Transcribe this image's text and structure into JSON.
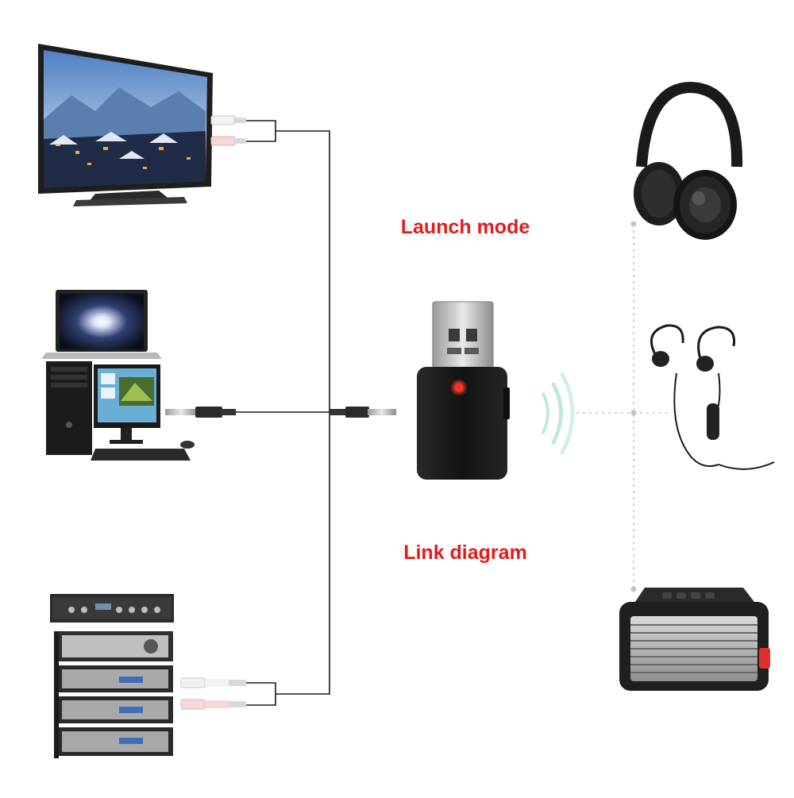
{
  "labels": {
    "launch_mode": "Launch mode",
    "link_diagram": "Link diagram"
  },
  "colors": {
    "label_text": "#e31b1b",
    "wire": "#1a1a1a",
    "dotted_link": "#c4c4c4",
    "led": "#ff2a1a",
    "signal_waves": "#bfe9dc",
    "device_body": "#1c1c1c"
  },
  "sources": [
    {
      "icon": "tv-icon",
      "connection": "rca-plug-pair"
    },
    {
      "icon": "computer-icon",
      "connection": "aux-3.5mm-plug"
    },
    {
      "icon": "amplifier-icon",
      "connection": "rca-plug-pair"
    }
  ],
  "outputs": [
    {
      "icon": "headphones-icon"
    },
    {
      "icon": "earphones-icon"
    },
    {
      "icon": "bluetooth-speaker-icon"
    }
  ],
  "device": {
    "icon": "usb-bluetooth-adapter-icon"
  }
}
